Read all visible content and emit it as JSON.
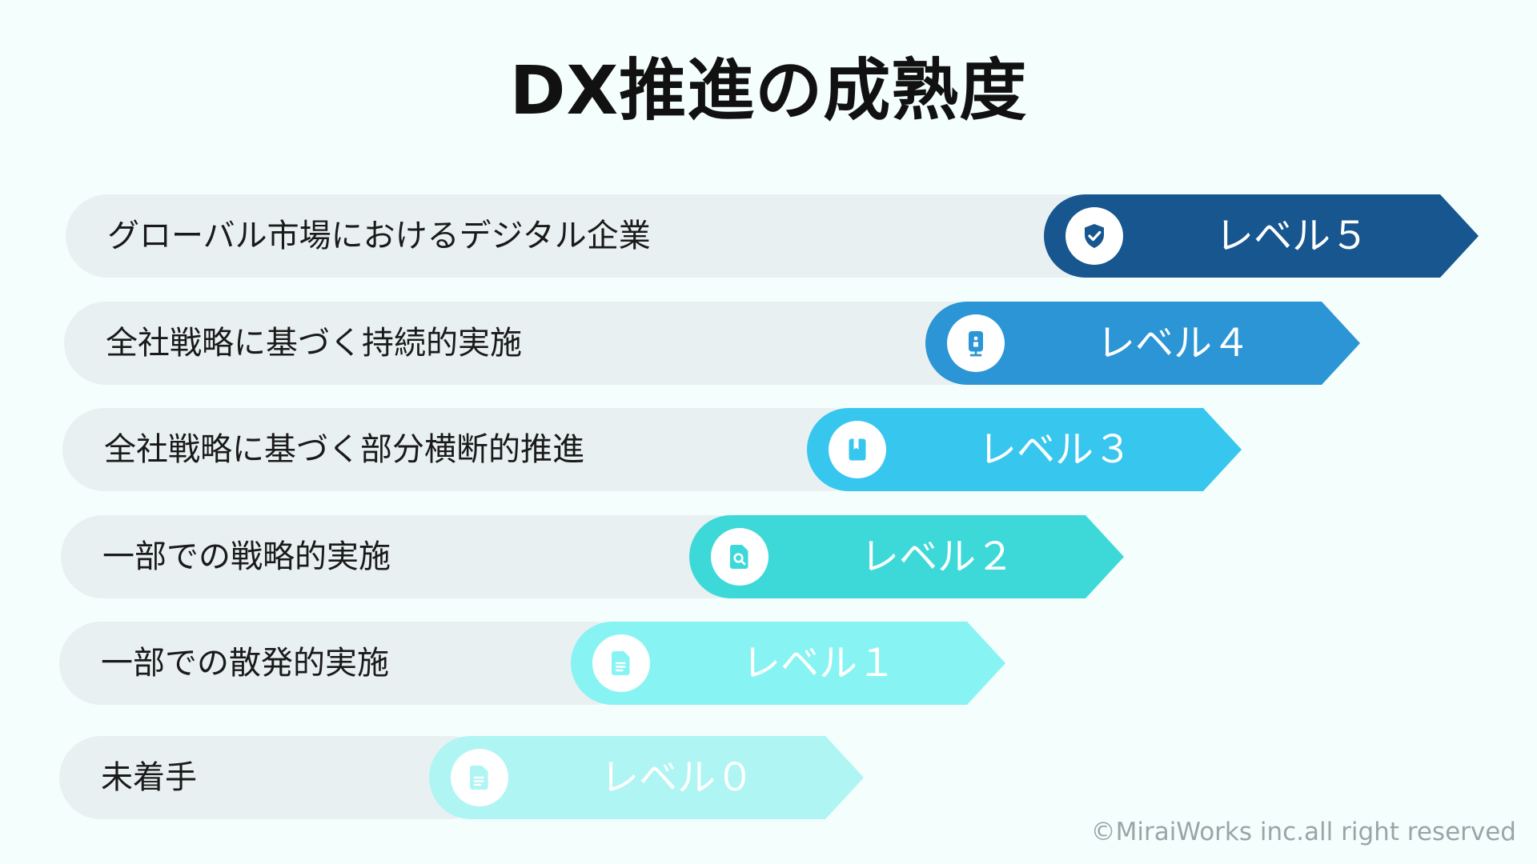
{
  "title": "DX推進の成熟度",
  "levels": [
    {
      "description": "グローバル市場におけるデジタル企業",
      "label": "レベル５",
      "color": "#17568f",
      "icon": "shield-check-icon"
    },
    {
      "description": "全社戦略に基づく持続的実施",
      "label": "レベル４",
      "color": "#2b95d6",
      "icon": "mobile-device-icon"
    },
    {
      "description": "全社戦略に基づく部分横断的推進",
      "label": "レベル３",
      "color": "#37c6ee",
      "icon": "book-icon"
    },
    {
      "description": "一部での戦略的実施",
      "label": "レベル２",
      "color": "#3dd9d8",
      "icon": "document-search-icon"
    },
    {
      "description": "一部での散発的実施",
      "label": "レベル１",
      "color": "#88f3f3",
      "icon": "document-icon"
    },
    {
      "description": "未着手",
      "label": "レベル０",
      "color": "#aef5f3",
      "icon": "document-icon"
    }
  ],
  "copyright": "©MiraiWorks inc.all right reserved"
}
